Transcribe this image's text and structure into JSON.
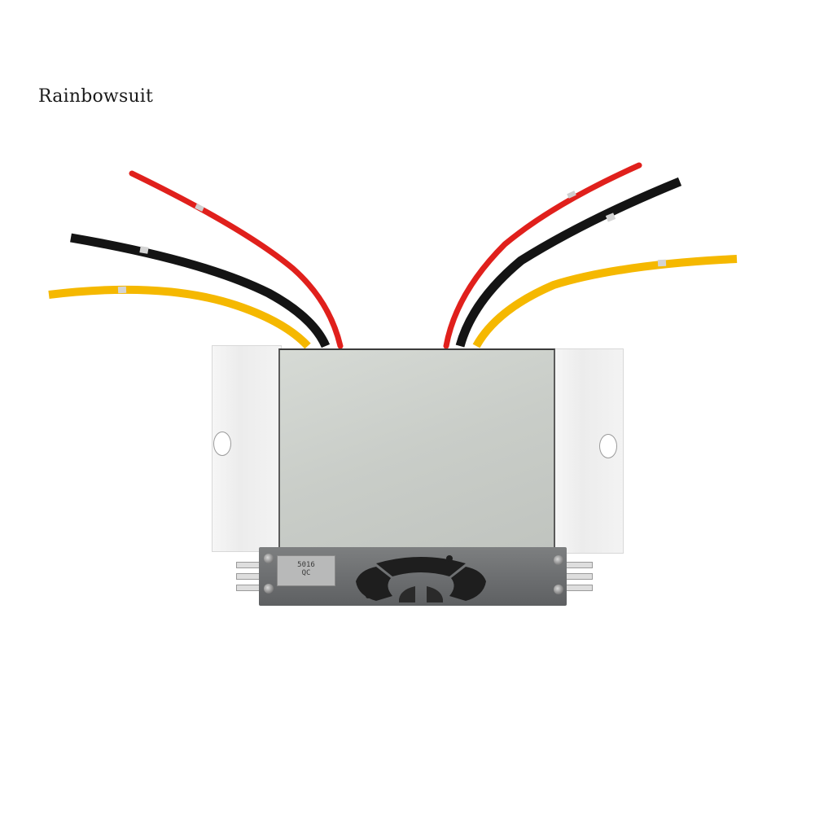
{
  "watermark": {
    "text": "Rainbowsuit"
  },
  "product": {
    "description": "DC-DC converter module with aluminum housing and cooling fan",
    "housing_color": "#c9cdc8",
    "front_panel_color": "#6a6c6e",
    "sticker": {
      "line1": "5016",
      "line2": "QC"
    }
  },
  "wires": {
    "left": [
      {
        "color_name": "red",
        "color": "#e0201c"
      },
      {
        "color_name": "black",
        "color": "#141414"
      },
      {
        "color_name": "yellow",
        "color": "#f5b800"
      }
    ],
    "right": [
      {
        "color_name": "red",
        "color": "#e0201c"
      },
      {
        "color_name": "black",
        "color": "#141414"
      },
      {
        "color_name": "yellow",
        "color": "#f5b800"
      }
    ]
  }
}
